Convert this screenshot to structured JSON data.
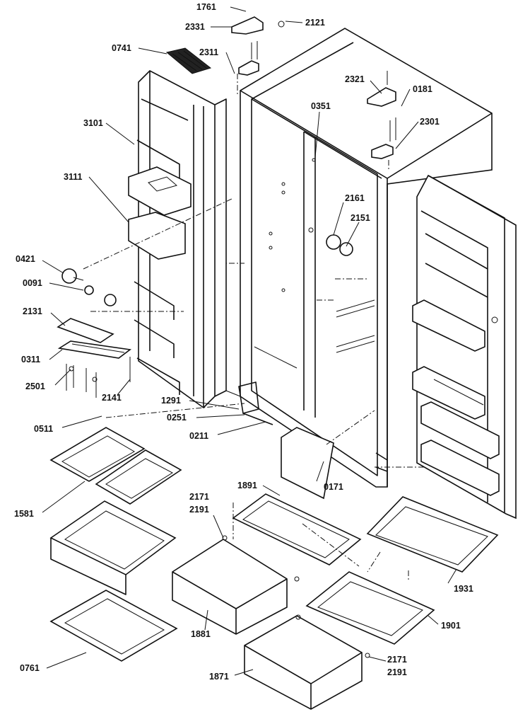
{
  "diagram": {
    "callouts": [
      {
        "id": "c1761",
        "text": "1761"
      },
      {
        "id": "c2331",
        "text": "2331"
      },
      {
        "id": "c2121",
        "text": "2121"
      },
      {
        "id": "c0741",
        "text": "0741"
      },
      {
        "id": "c2311",
        "text": "2311"
      },
      {
        "id": "c2321",
        "text": "2321"
      },
      {
        "id": "c0181",
        "text": "0181"
      },
      {
        "id": "c0351",
        "text": "0351"
      },
      {
        "id": "c2301",
        "text": "2301"
      },
      {
        "id": "c3101",
        "text": "3101"
      },
      {
        "id": "c3111",
        "text": "3111"
      },
      {
        "id": "c2161",
        "text": "2161"
      },
      {
        "id": "c2151",
        "text": "2151"
      },
      {
        "id": "c0421",
        "text": "0421"
      },
      {
        "id": "c0091",
        "text": "0091"
      },
      {
        "id": "c2131",
        "text": "2131"
      },
      {
        "id": "c0311",
        "text": "0311"
      },
      {
        "id": "c2501",
        "text": "2501"
      },
      {
        "id": "c2141",
        "text": "2141"
      },
      {
        "id": "c1291",
        "text": "1291"
      },
      {
        "id": "c0251",
        "text": "0251"
      },
      {
        "id": "c0211",
        "text": "0211"
      },
      {
        "id": "c0511",
        "text": "0511"
      },
      {
        "id": "c0171",
        "text": "0171"
      },
      {
        "id": "c1581",
        "text": "1581"
      },
      {
        "id": "c1891",
        "text": "1891"
      },
      {
        "id": "c2171a",
        "text": "2171"
      },
      {
        "id": "c2191a",
        "text": "2191"
      },
      {
        "id": "c1931",
        "text": "1931"
      },
      {
        "id": "c1881",
        "text": "1881"
      },
      {
        "id": "c1901",
        "text": "1901"
      },
      {
        "id": "c0761",
        "text": "0761"
      },
      {
        "id": "c1871",
        "text": "1871"
      },
      {
        "id": "c2171b",
        "text": "2171"
      },
      {
        "id": "c2191b",
        "text": "2191"
      }
    ]
  }
}
